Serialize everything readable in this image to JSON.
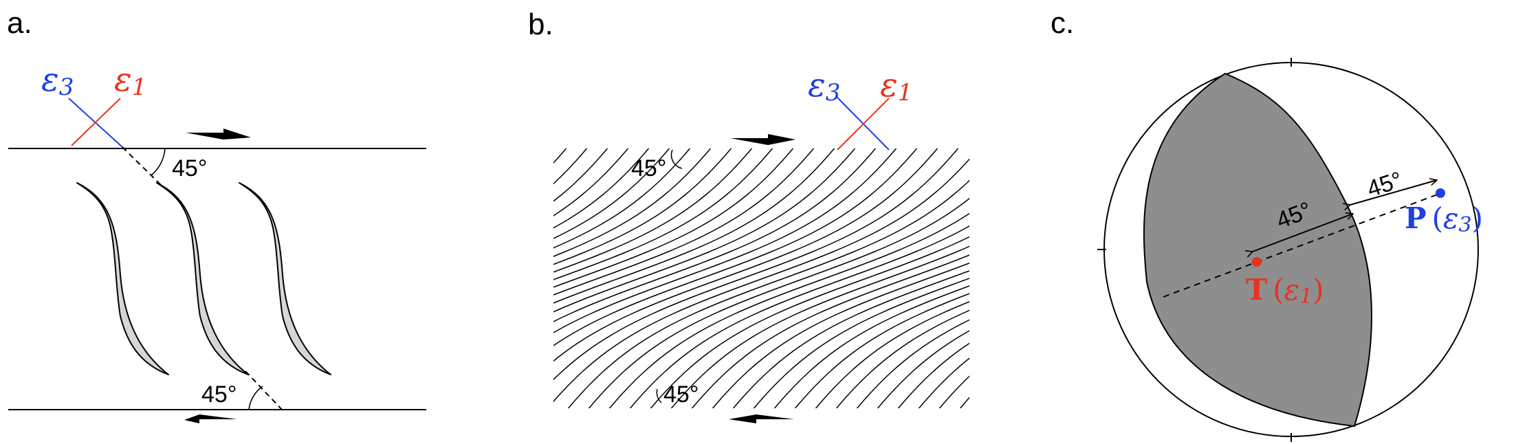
{
  "panels": {
    "a": {
      "label": "a.",
      "angle_top": "45°",
      "angle_bottom": "45°"
    },
    "b": {
      "label": "b.",
      "angle_top": "45°",
      "angle_bottom": "45°"
    },
    "c": {
      "label": "c.",
      "angle_1": "45°",
      "angle_2": "45°"
    }
  },
  "strain": {
    "e3": {
      "symbol": "ε",
      "sub": "3",
      "color": "#1e3ee6"
    },
    "e1": {
      "symbol": "ε",
      "sub": "1",
      "color": "#e8321e"
    }
  },
  "beachball": {
    "T": {
      "letter": "T",
      "open": "(",
      "symbol": "ε",
      "sub": "1",
      "close": ")"
    },
    "P": {
      "letter": "P",
      "open": "(",
      "symbol": "ε",
      "sub": "3",
      "close": ")"
    },
    "compressional_fill": "#8e8e8e"
  },
  "colors": {
    "lens_fill": "#d6d6d6",
    "ink": "#000000"
  }
}
